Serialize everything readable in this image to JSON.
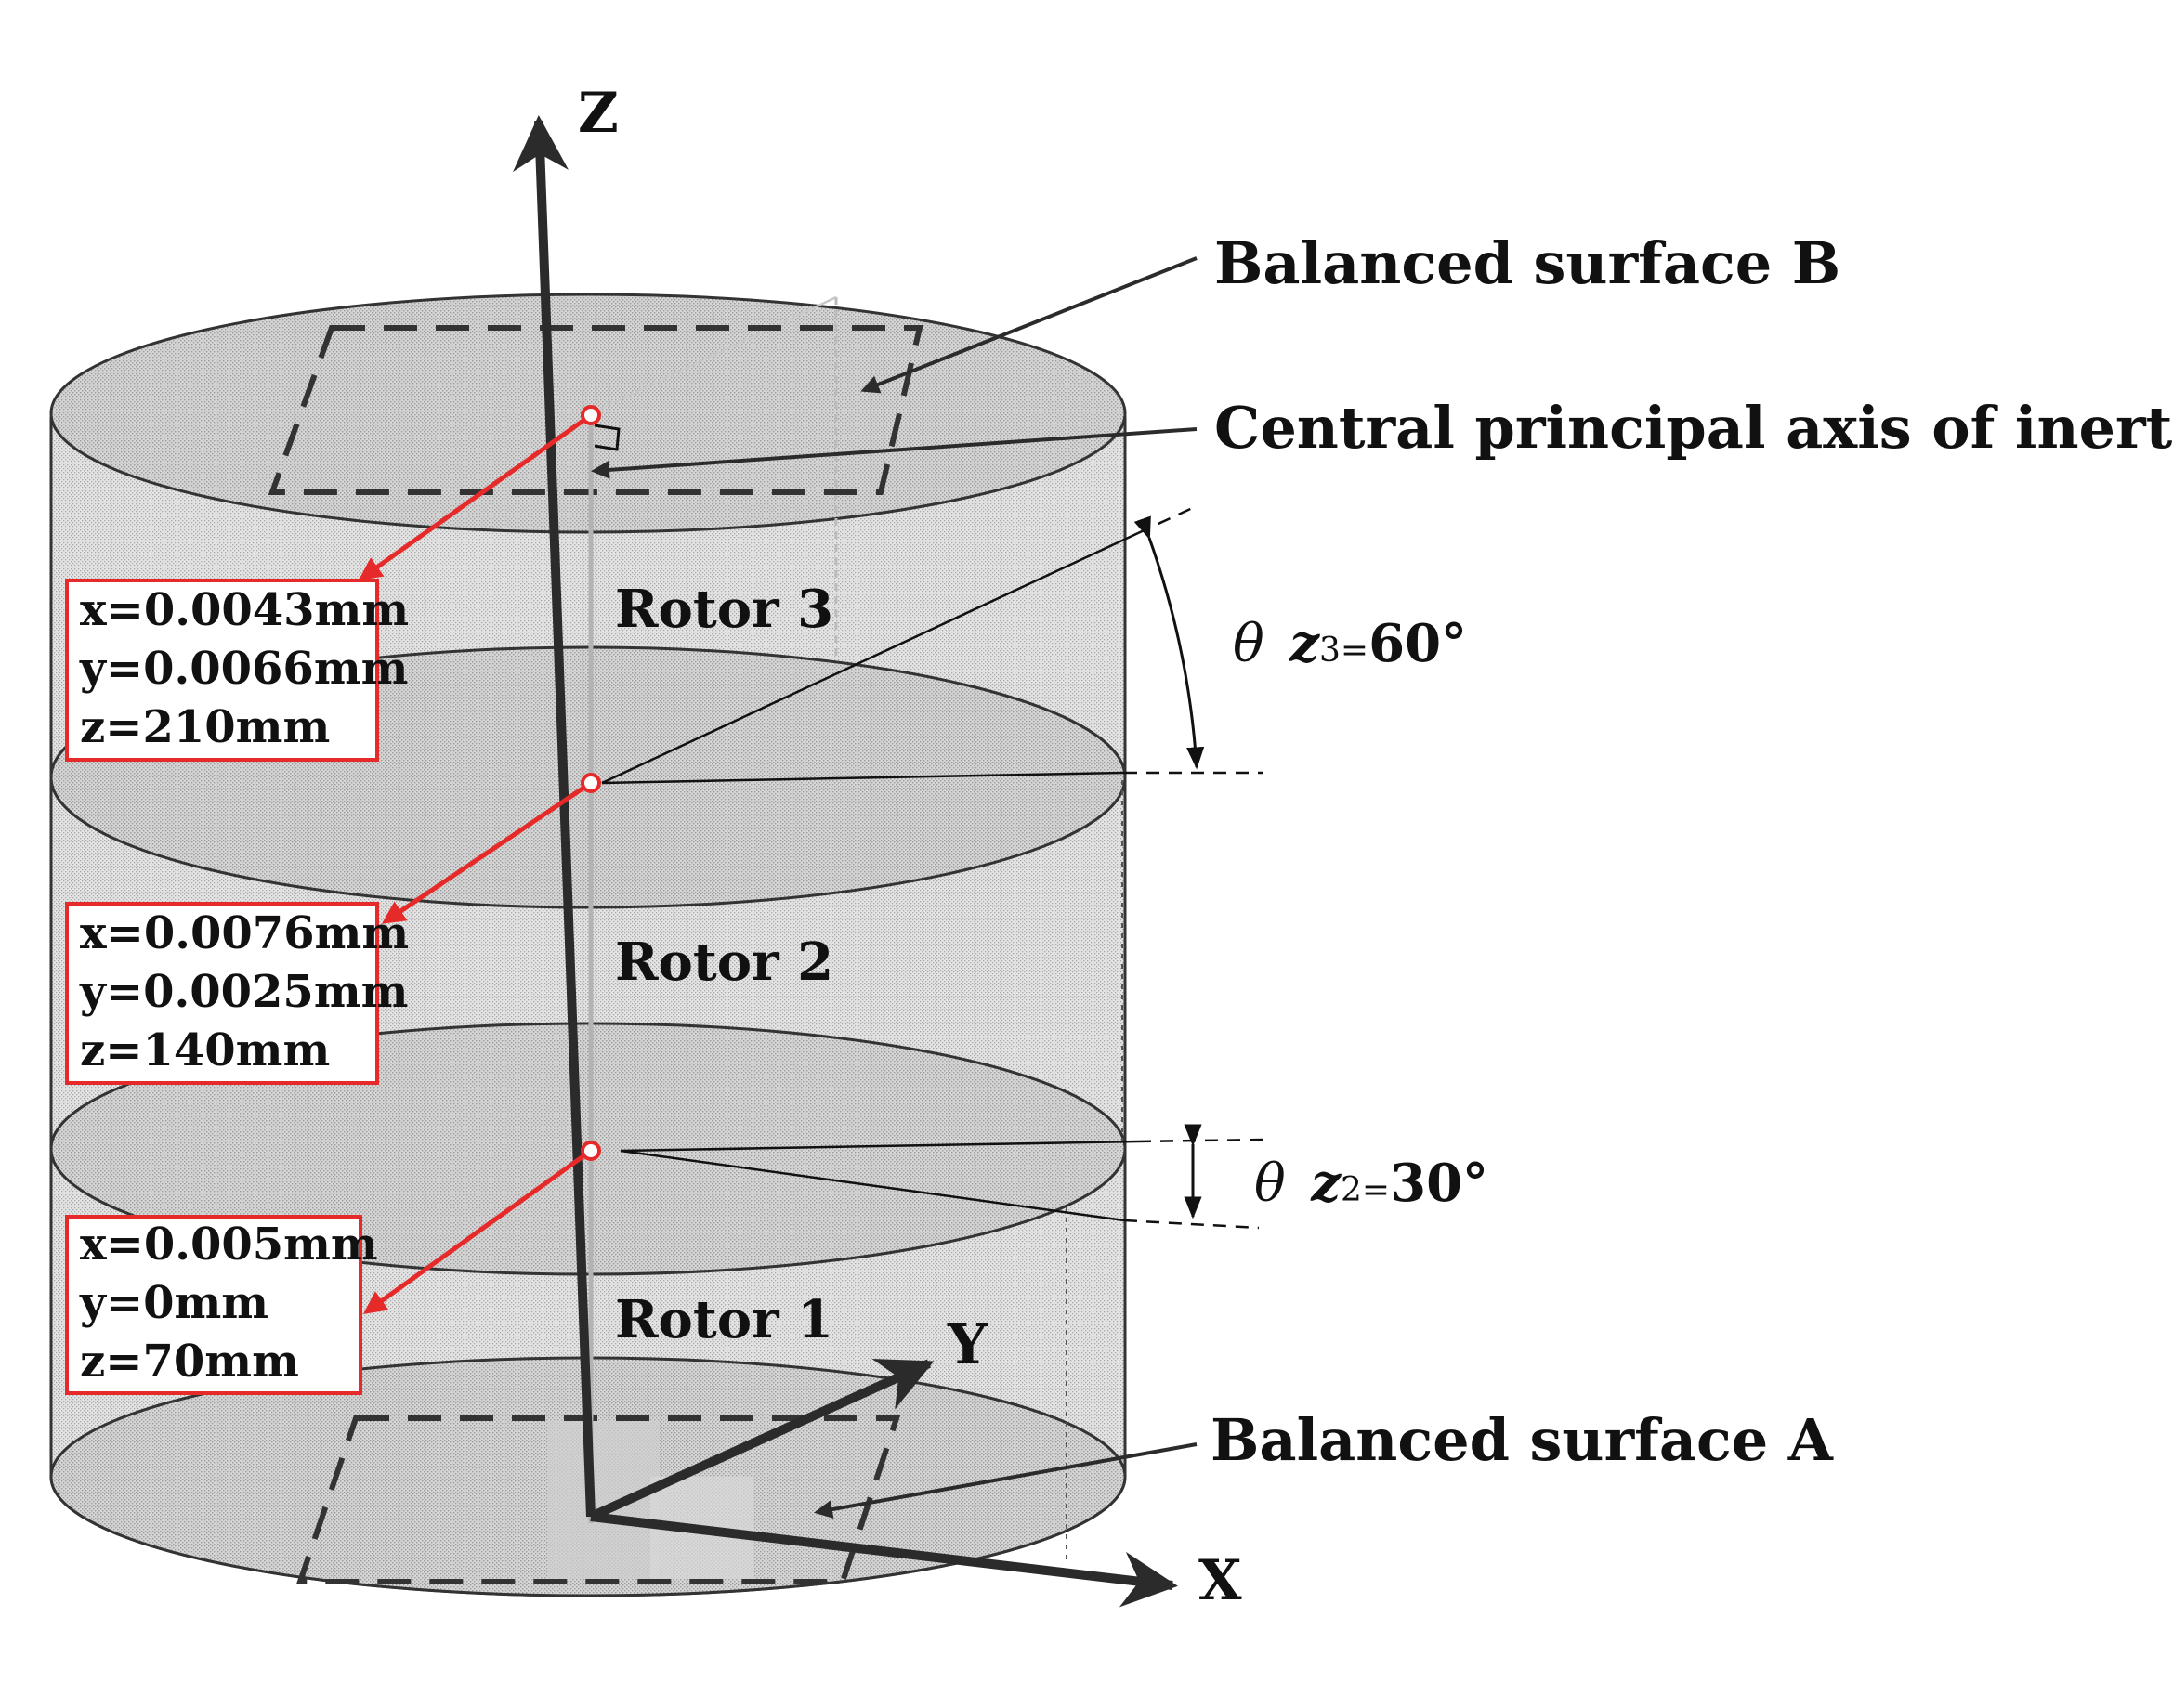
{
  "axes": {
    "z_label": "Z",
    "y_label": "Y",
    "x_label": "X"
  },
  "annotations": {
    "balanced_surface_b": "Balanced surface B",
    "central_axis": "Central principal axis of inertia",
    "balanced_surface_a": "Balanced surface A"
  },
  "rotors": [
    {
      "label": "Rotor 3"
    },
    {
      "label": "Rotor 2"
    },
    {
      "label": "Rotor 1"
    }
  ],
  "boxes": [
    {
      "x": "x=0.0043mm",
      "y": "y=0.0066mm",
      "z": "z=210mm"
    },
    {
      "x": "x=0.0076mm",
      "y": "y=0.0025mm",
      "z": "z=140mm"
    },
    {
      "x": "x=0.005mm",
      "y": "y=0mm",
      "z": "z=70mm"
    }
  ],
  "angles": {
    "theta_z3": {
      "theta": "θ",
      "z": "z",
      "sub": "3=",
      "value": "60°"
    },
    "theta_z2": {
      "theta": "θ",
      "z": "z",
      "sub": "2=",
      "value": "30°"
    }
  },
  "colors": {
    "highlight": "#e62a2a",
    "ink": "#222222",
    "body": "#dcdcdc"
  }
}
